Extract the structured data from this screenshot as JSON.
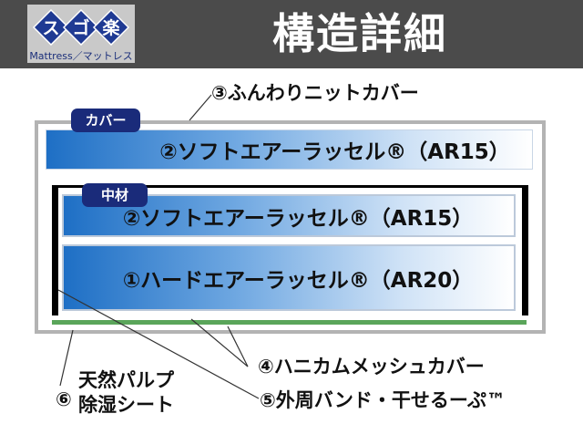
{
  "header": {
    "title": "構造詳細",
    "logo": {
      "chars": [
        "ス",
        "ゴ",
        "楽"
      ],
      "subtitle": "Mattress／マットレス",
      "colors": {
        "diamond": "#1f3a93",
        "background": "#c9c9c9"
      }
    },
    "background": "#4b4b4b"
  },
  "tags": {
    "cover": "カバー",
    "core": "中材"
  },
  "layers": {
    "cover": "②ソフトエアーラッセル®（AR15）",
    "core_upper": "②ソフトエアーラッセル®（AR15）",
    "core_lower": "①ハードエアーラッセル®（AR20）"
  },
  "callouts": {
    "c3": "③ふんわりニットカバー",
    "c4": "④ハニカムメッシュカバー",
    "c5": "⑤外周バンド・干せるーぷ™",
    "c6_line1": "⑥天然パルプ",
    "c6_line2": "除湿シート"
  },
  "colors": {
    "tag": "#1a2b7a",
    "layer_gradient_start": "#1e6fc5",
    "mesh_line": "#5aa55a",
    "band": "#000000",
    "outer_border": "#b3b3b3"
  }
}
